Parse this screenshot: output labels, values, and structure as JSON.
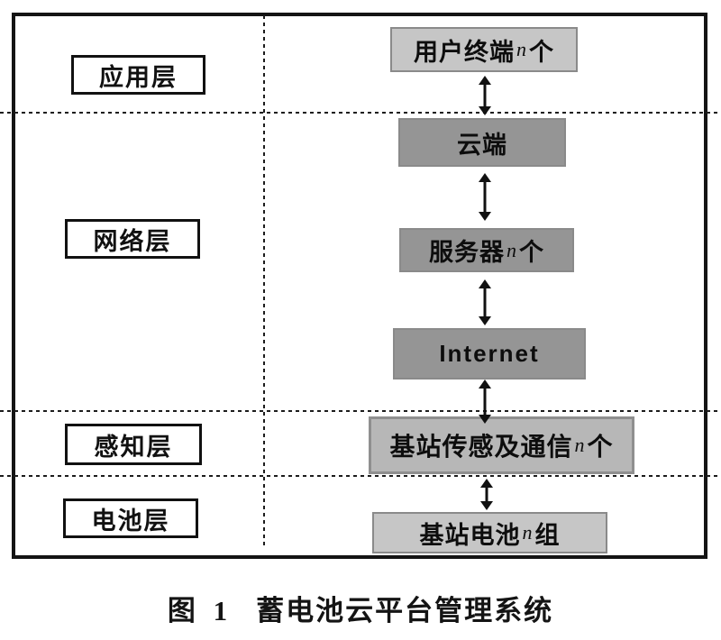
{
  "figure": {
    "caption_fig_no": "图 1",
    "caption_title": "蓄电池云平台管理系统"
  },
  "layers": [
    {
      "label": "应用层"
    },
    {
      "label": "网络层"
    },
    {
      "label": "感知层"
    },
    {
      "label": "电池层"
    }
  ],
  "nodes": {
    "user_terminal": {
      "pre": "用户终端",
      "var": "n",
      "post": "个"
    },
    "cloud": {
      "pre": "云端",
      "var": "",
      "post": ""
    },
    "server": {
      "pre": "服务器",
      "var": "n",
      "post": "个"
    },
    "internet": {
      "pre": "Internet",
      "var": "",
      "post": ""
    },
    "base_station_comm": {
      "pre": "基站传感及通信",
      "var": "n",
      "post": "个"
    },
    "base_station_battery": {
      "pre": "基站电池",
      "var": "n",
      "post": "组"
    }
  },
  "colors": {
    "node_dark_gray": "#959595",
    "node_light_gray": "#c6c6c6",
    "node_mid_gray": "#b7b7b7",
    "node_border_gray": "#8a8a8a",
    "line_black": "#141414",
    "background": "#ffffff"
  }
}
